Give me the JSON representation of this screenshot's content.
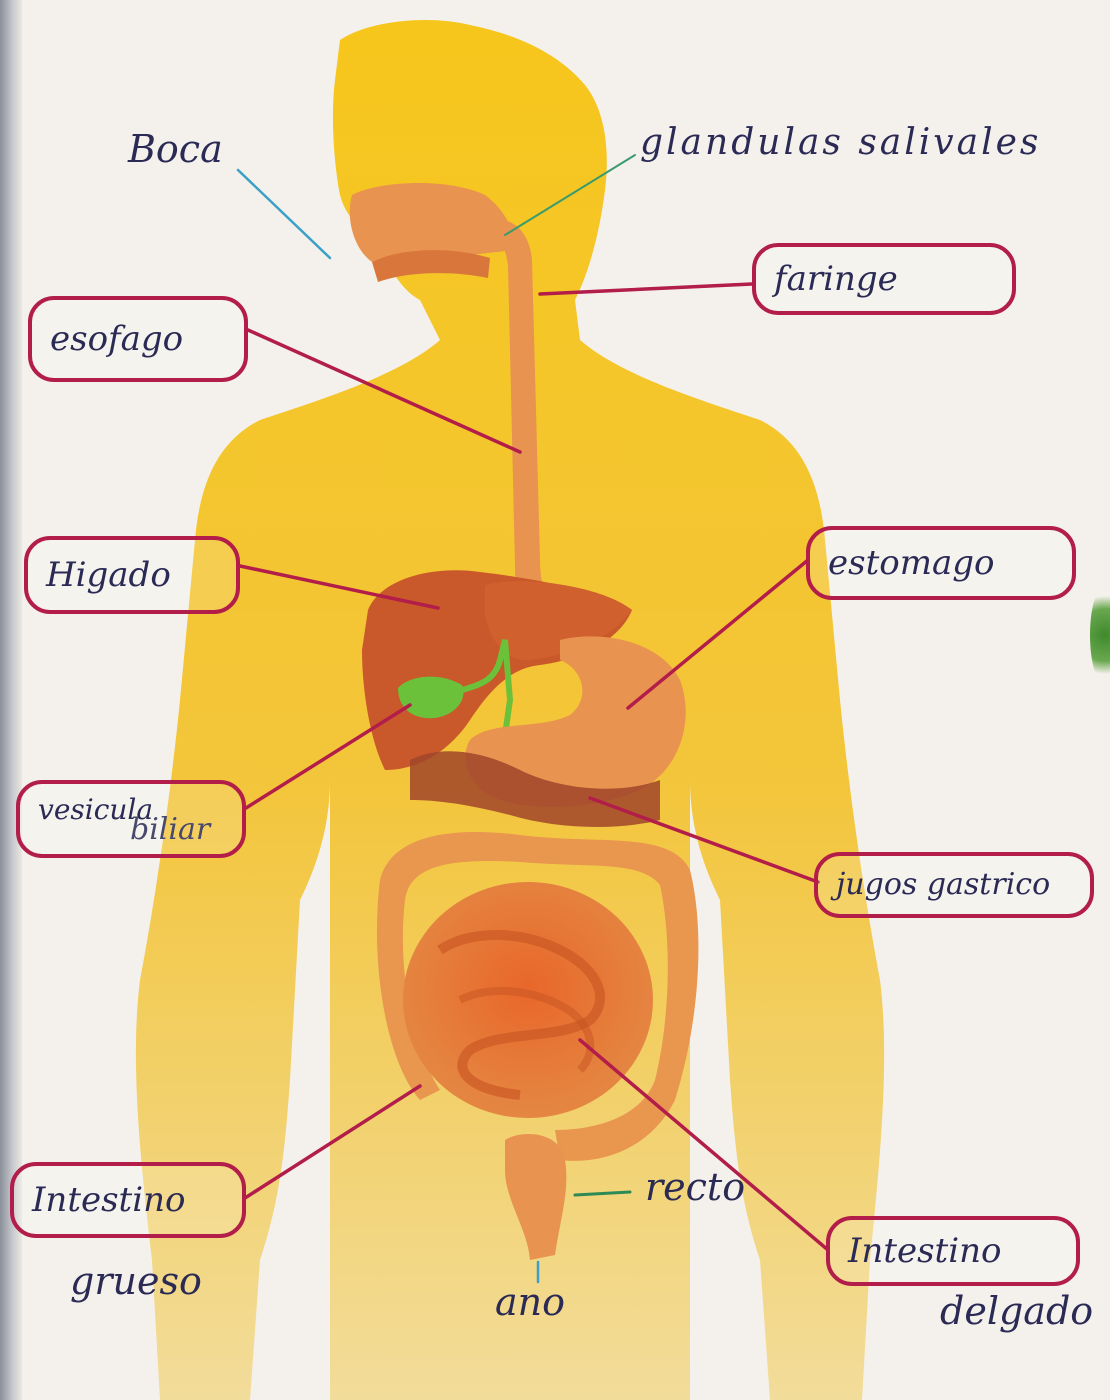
{
  "labels": {
    "boca": "Boca",
    "glandulas_salivales": "glandulas salivales",
    "faringe": "faringe",
    "esofago": "esofago",
    "higado": "Higado",
    "estomago": "estomago",
    "vesicula_biliar_1": "vesicula",
    "vesicula_biliar_2": "biliar",
    "jugos_gastricos": "jugos gastrico",
    "intestino_grueso_1": "Intestino",
    "intestino_grueso_2": "grueso",
    "recto": "recto",
    "ano": "ano",
    "intestino_delgado_1": "Intestino",
    "intestino_delgado_2": "delgado"
  },
  "colors": {
    "body": "#f2c21a",
    "organ": "#e8934f",
    "liver": "#c9582a",
    "gallbladder": "#6cc13a",
    "ink_box": "#b21d4a",
    "ink_pointer_blue": "#3aa0c8"
  }
}
